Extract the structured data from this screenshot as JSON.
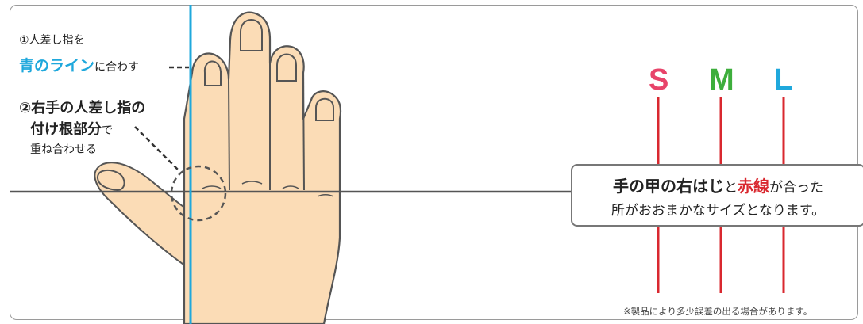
{
  "instructions": {
    "step1_prefix": "①人差し指を",
    "step1_blue": "青のライン",
    "step1_suffix": "に合わす",
    "step2_line1": "②右手の人差し指の",
    "step2_line2_bold": "付け根部分",
    "step2_line2_thin": "で",
    "step2_line3": "重ね合わせる"
  },
  "sizes": [
    {
      "label": "S",
      "color": "#e8446a"
    },
    {
      "label": "M",
      "color": "#3dae3c"
    },
    {
      "label": "L",
      "color": "#1fa8dc"
    }
  ],
  "note": {
    "line1_a": "手の甲の右はじ",
    "line1_b": "と",
    "line1_c": "赤線",
    "line1_d": "が合った",
    "line2": "所がおおまかなサイズとなります。"
  },
  "footnote": "※製品により多少誤差の出る場合があります。",
  "colors": {
    "blue_line": "#1fa8dc",
    "red_line": "#d9282f",
    "skin": "#fbdcb6",
    "outline": "#555555"
  }
}
